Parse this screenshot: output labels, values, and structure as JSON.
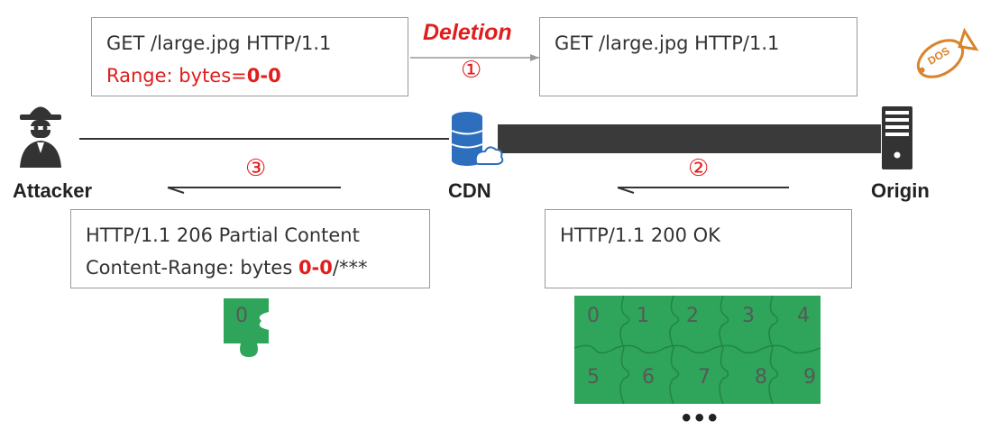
{
  "request_client": {
    "line1": "GET /large.jpg HTTP/1.1",
    "line2_prefix": "Range: bytes=",
    "line2_value": "0-0"
  },
  "request_origin": {
    "line1": "GET /large.jpg HTTP/1.1"
  },
  "deletion_label": "Deletion",
  "steps": {
    "one": "①",
    "two": "②",
    "three": "③"
  },
  "nodes": {
    "attacker": "Attacker",
    "cdn": "CDN",
    "origin": "Origin"
  },
  "response_client": {
    "line1": "HTTP/1.1 206 Partial Content",
    "line2_prefix": "Content-Range: bytes ",
    "line2_value": "0-0",
    "line2_suffix": "/***"
  },
  "response_origin": {
    "line1": "HTTP/1.1 200 OK"
  },
  "puzzle_single": "0",
  "puzzle_grid": [
    "0",
    "1",
    "2",
    "3",
    "4",
    "5",
    "6",
    "7",
    "8",
    "9"
  ],
  "more": "•••",
  "dos_badge": "DOS",
  "colors": {
    "accent": "#e11d1d",
    "puzzle": "#2ea55a",
    "link_thick": "#3a3a3a",
    "cdn_blue": "#2e6fbd",
    "badge": "#d9842b"
  }
}
